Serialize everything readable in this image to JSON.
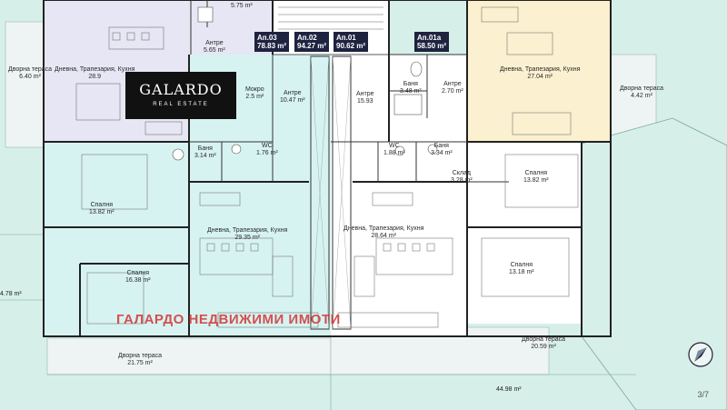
{
  "brand": {
    "name": "GALARDO",
    "tagline": "REAL ESTATE"
  },
  "watermark": "ГАЛАРДО НЕДВИЖИМИ ИМОТИ",
  "page_number": "3/7",
  "apartments": [
    {
      "label": "Ап.03",
      "area": "78.83 m²"
    },
    {
      "label": "Ап.02",
      "area": "94.27 m²"
    },
    {
      "label": "Ап.01",
      "area": "90.62 m²"
    },
    {
      "label": "Ап.01а",
      "area": "58.50 m²"
    }
  ],
  "rooms": {
    "top_left_room": {
      "area": "5.75 m²"
    },
    "antre_03": {
      "name": "Антре",
      "area": "5.65 m²"
    },
    "terrace_left": {
      "name": "Дворна тераса",
      "area": "6.40 m²"
    },
    "living_03": {
      "name": "Дневна, Трапезария, Кухня",
      "area": "28.9"
    },
    "mokro": {
      "name": "Мокро",
      "area": "2.5 m²"
    },
    "bath_03": {
      "name": "Баня",
      "area": "3.14 m²"
    },
    "wc_02": {
      "name": "WC",
      "area": "1.76 m²"
    },
    "antre_02": {
      "name": "Антре",
      "area": "10.47 m²"
    },
    "antre_01": {
      "name": "Антре",
      "area": "15.93"
    },
    "bath_01a": {
      "name": "Баня",
      "area": "3.48 m²"
    },
    "antre_01a": {
      "name": "Антре",
      "area": "2.70 m²"
    },
    "living_01a": {
      "name": "Дневна, Трапезария, Кухня",
      "area": "27.04 m²"
    },
    "terrace_right": {
      "name": "Дворна тераса",
      "area": "4.42 m²"
    },
    "wc_01": {
      "name": "WC",
      "area": "1.88 m²"
    },
    "bath_01": {
      "name": "Баня",
      "area": "3.34 m²"
    },
    "storage_01": {
      "name": "Склад",
      "area": "3.28 m²"
    },
    "bedroom_01a": {
      "name": "Спалня",
      "area": "13.82 m²"
    },
    "bedroom_03": {
      "name": "Спалня",
      "area": "13.82 m²"
    },
    "living_02": {
      "name": "Дневна, Трапезария, Кухня",
      "area": "29.35 m²"
    },
    "living_01": {
      "name": "Дневна, Трапезария, Кухня",
      "area": "28.64 m²"
    },
    "bedroom_02": {
      "name": "Спалня",
      "area": "16.38 m²"
    },
    "bedroom_01": {
      "name": "Спалня",
      "area": "13.18 m²"
    },
    "terrace_bottom_left": {
      "name": "Дворна тераса",
      "area": "21.75 m²"
    },
    "terrace_bottom_right": {
      "name": "Дворна тераса",
      "area": "20.59 m²"
    }
  },
  "dimensions": {
    "left_edge": "4.78 m²",
    "bottom": "44.98 m²"
  },
  "colors": {
    "background": "#d7efe9",
    "apt03": "#e6e6f4",
    "apt02": "#d6f3f1",
    "apt01": "#ffffff",
    "apt01a": "#fbf0cf",
    "tag": "#1e2340",
    "watermark": "#d23232"
  }
}
